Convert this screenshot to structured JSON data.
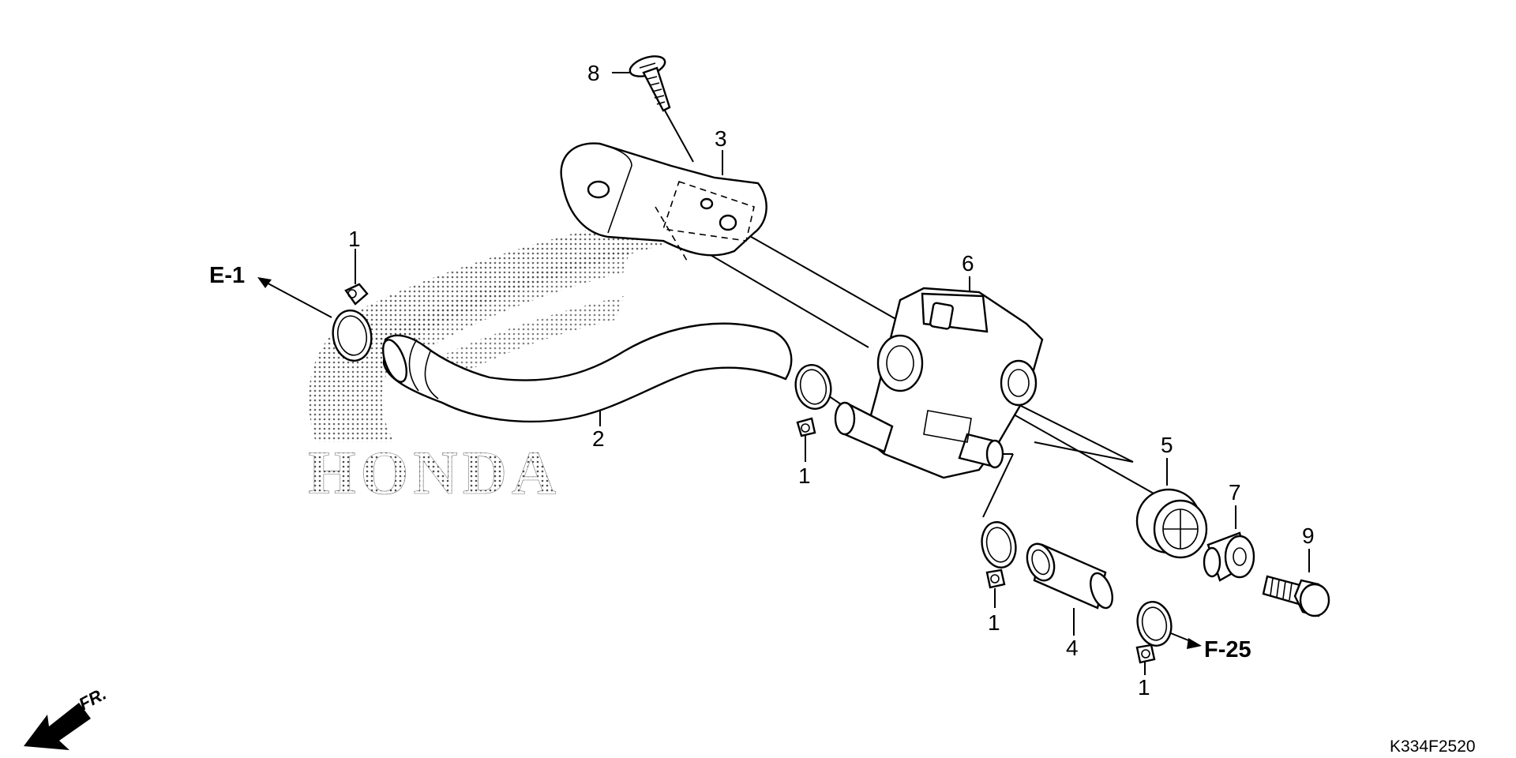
{
  "diagram": {
    "part_numbers": {
      "clip_upper_left": "1",
      "clip_mid": "1",
      "clip_lower": "1",
      "clip_bottom": "1",
      "hose": "2",
      "bracket": "3",
      "tube": "4",
      "grommet": "5",
      "valve": "6",
      "collar": "7",
      "screw": "8",
      "bolt": "9"
    },
    "references": {
      "left": "E-1",
      "right": "F-25"
    },
    "direction_label": "FR.",
    "drawing_code": "K334F2520",
    "watermark_text": "HONDA"
  }
}
